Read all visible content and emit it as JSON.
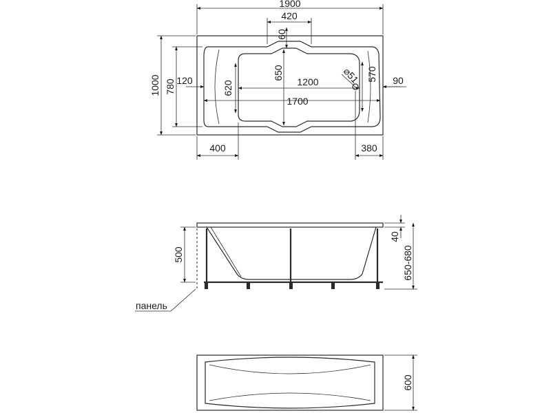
{
  "dimensions": {
    "total_length": "1900",
    "total_width": "1000",
    "inner_length": "1700",
    "bowl_length": "1200",
    "rim_width": "780",
    "bowl_width": "650",
    "inner_width": "620",
    "headrest_width": "570",
    "drain_diameter": "⌀51",
    "end_offset": "120",
    "right_offset": "90",
    "notch_width": "420",
    "notch_depth": "60",
    "left_bottom": "400",
    "right_bottom": "380",
    "side_depth": "500",
    "rim_thickness": "40",
    "total_height": "650-680",
    "end_height": "600"
  },
  "labels": {
    "panel": "панель"
  }
}
